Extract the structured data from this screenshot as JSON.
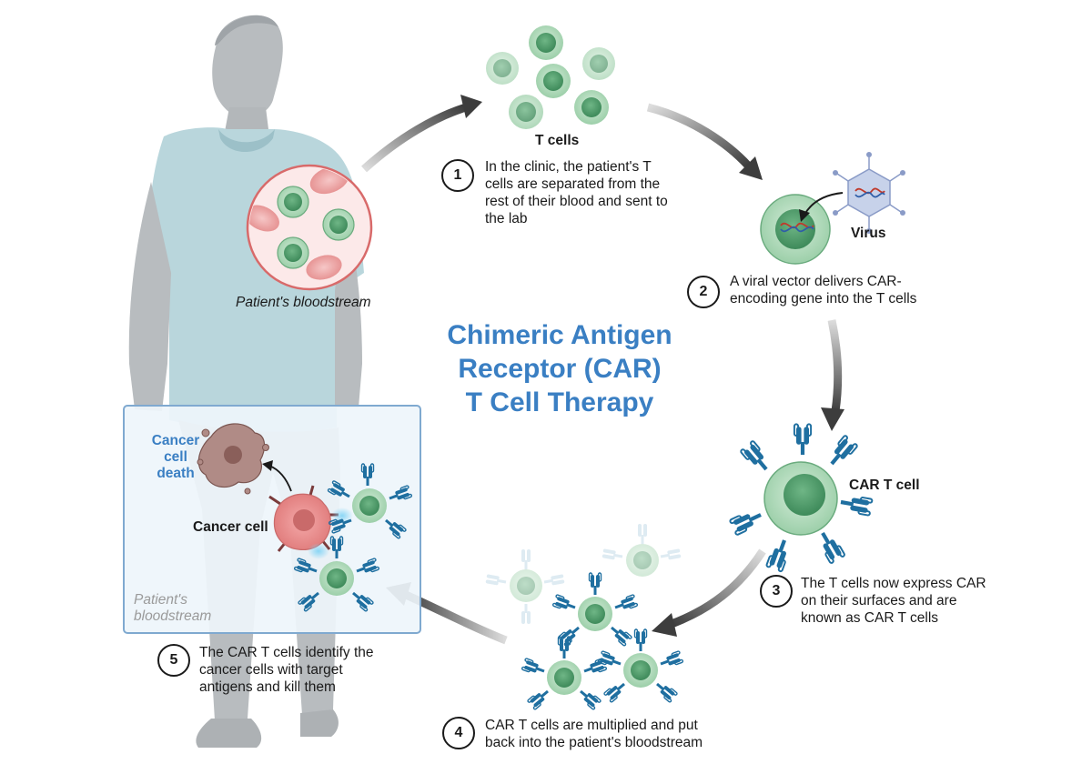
{
  "title": "Chimeric Antigen\nReceptor (CAR)\n T Cell Therapy",
  "labels": {
    "t_cells": "T cells",
    "virus": "Virus",
    "car_t_cell": "CAR T cell",
    "patient_bloodstream": "Patient's bloodstream",
    "cancer_cell": "Cancer cell",
    "cancer_cell_death": "Cancer\ncell\ndeath",
    "inset_bloodstream": "Patient's\nbloodstream"
  },
  "steps": [
    {
      "number": "1",
      "text": "In the clinic, the patient's T cells are separated from the rest of their blood and sent to the lab"
    },
    {
      "number": "2",
      "text": "A viral vector delivers CAR-encoding gene into the T cells"
    },
    {
      "number": "3",
      "text": "The T cells now express CAR on their surfaces and are known as CAR T cells"
    },
    {
      "number": "4",
      "text": "CAR T cells are multiplied and put back into the patient's bloodstream"
    },
    {
      "number": "5",
      "text": "The CAR T cells identify the cancer cells with target antigens and kill them"
    }
  ],
  "colors": {
    "title_blue": "#3a7fc3",
    "cell_green": "#5fa777",
    "receptor_blue": "#1f6fa0",
    "rbc_red": "#e99a9a",
    "cancer_pink": "#e98d8d",
    "arrow_gray": "#444444"
  }
}
